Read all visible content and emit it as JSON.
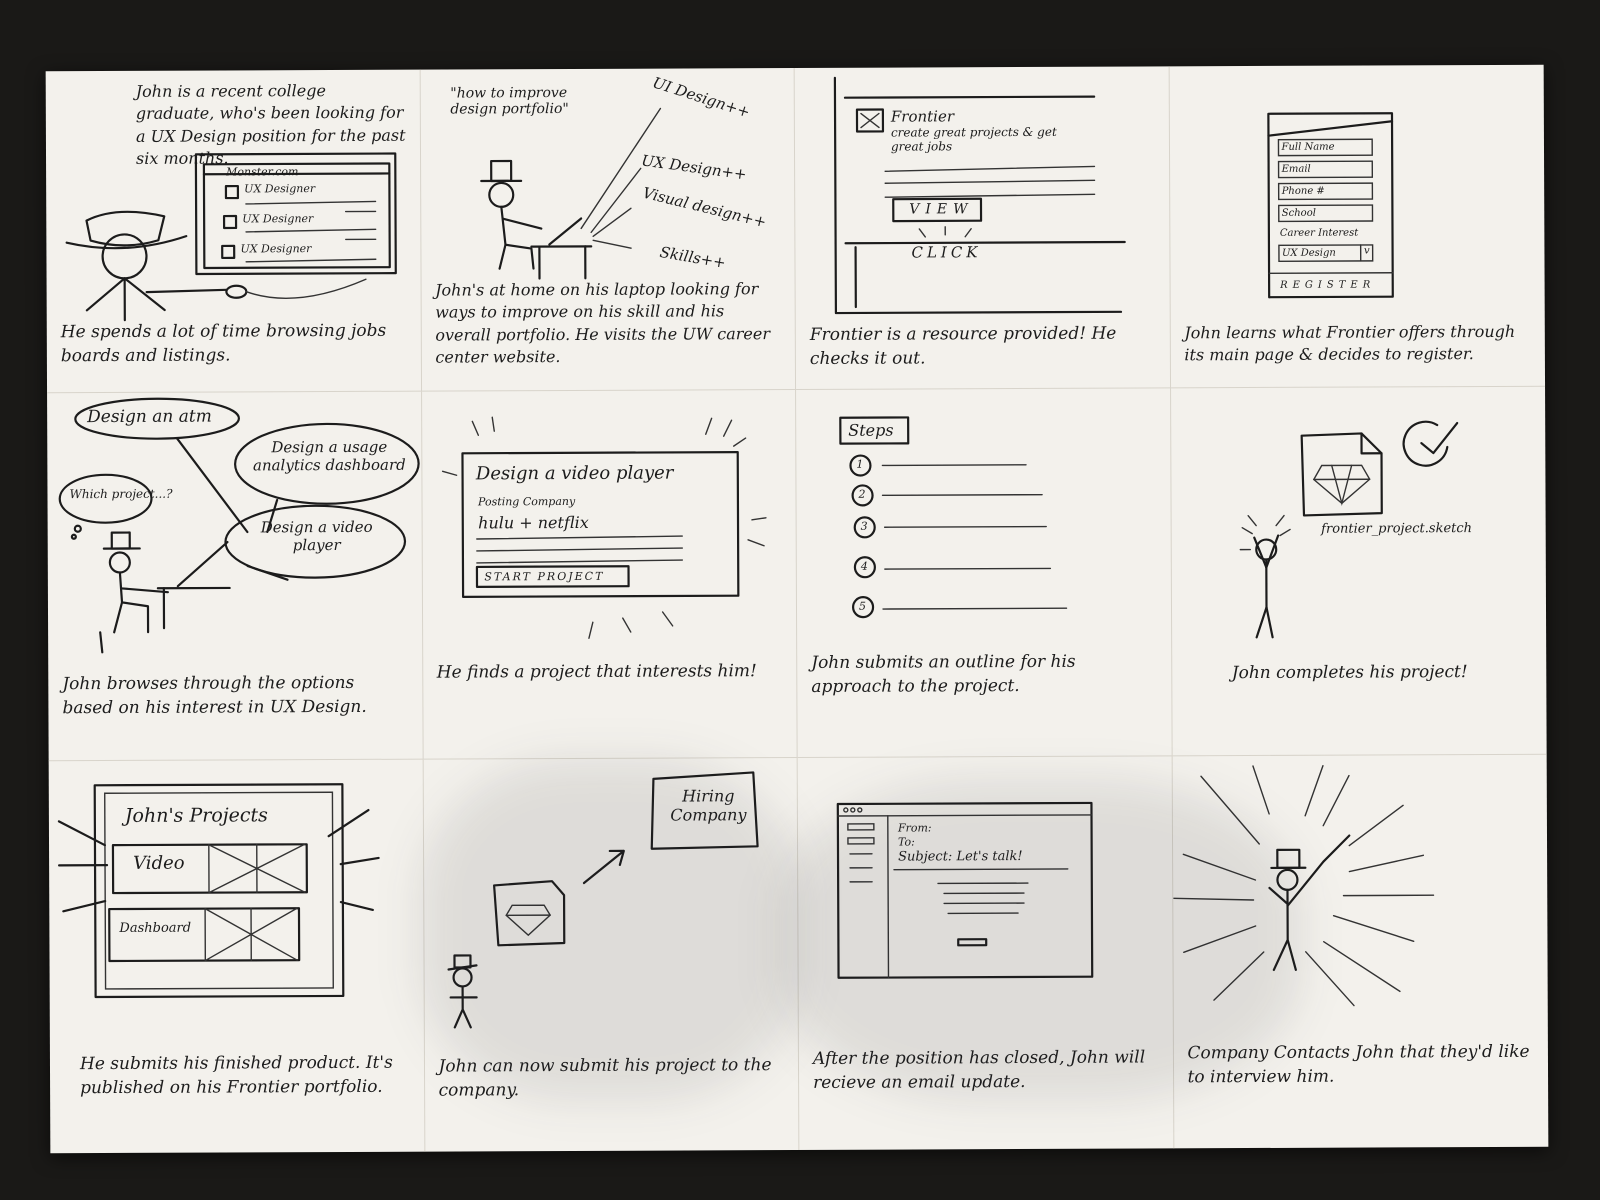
{
  "panels": {
    "p1": {
      "caption_top": "John is a recent college graduate, who's been looking for a UX Design position for the past six months.",
      "browser_url": "Monster.com",
      "listings": [
        "UX Designer",
        "UX Designer",
        "UX Designer"
      ],
      "caption_bottom": "He spends a lot of time browsing jobs boards and listings."
    },
    "p2": {
      "quote": "\"how to improve design portfolio\"",
      "skills": [
        "UI Design++",
        "UX Design++",
        "Visual design++",
        "Skills++"
      ],
      "caption": "John's at home on his laptop looking for ways to improve on his skill and his overall portfolio. He visits the UW career center website."
    },
    "p3": {
      "brand": "Frontier",
      "tagline": "create great projects & get great jobs",
      "view_button": "VIEW",
      "click_label": "CLICK",
      "caption": "Frontier is a resource provided! He checks it out."
    },
    "p4": {
      "fields": [
        "Full Name",
        "Email",
        "Phone #",
        "School"
      ],
      "interest_label": "Career Interest",
      "interest_value": "UX Design",
      "register_button": "REGISTER",
      "caption": "John learns what Frontier offers through its main page & decides to register."
    },
    "p5": {
      "bubbles": [
        "Design an atm",
        "Design a usage analytics dashboard",
        "Design a video player"
      ],
      "thought": "Which project...?",
      "caption": "John browses through the options based on his interest in UX Design."
    },
    "p6": {
      "card_title": "Design a video player",
      "posting_label": "Posting Company",
      "company": "hulu + netflix",
      "start_button": "START PROJECT",
      "caption": "He finds a project that interests him!"
    },
    "p7": {
      "steps_title": "Steps",
      "step_numbers": [
        "1",
        "2",
        "3",
        "4",
        "5"
      ],
      "caption": "John submits an outline for his approach to the project."
    },
    "p8": {
      "file_name": "frontier_project.sketch",
      "caption": "John completes his project!"
    },
    "p9": {
      "portfolio_title": "John's Projects",
      "projects": [
        "Video",
        "Dashboard"
      ],
      "caption": "He submits his finished product. It's published on his Frontier portfolio."
    },
    "p10": {
      "box_label": "Hiring Company",
      "caption": "John can now submit his project to the company."
    },
    "p11": {
      "from_label": "From:",
      "to_label": "To:",
      "subject": "Subject: Let's talk!",
      "caption": "After the position has closed, John will recieve an email update."
    },
    "p12": {
      "caption": "Company Contacts John that they'd like to interview him."
    }
  },
  "colors": {
    "paper": "#f3f1ec",
    "ink": "#1c1c1c",
    "background": "#1a1917"
  }
}
